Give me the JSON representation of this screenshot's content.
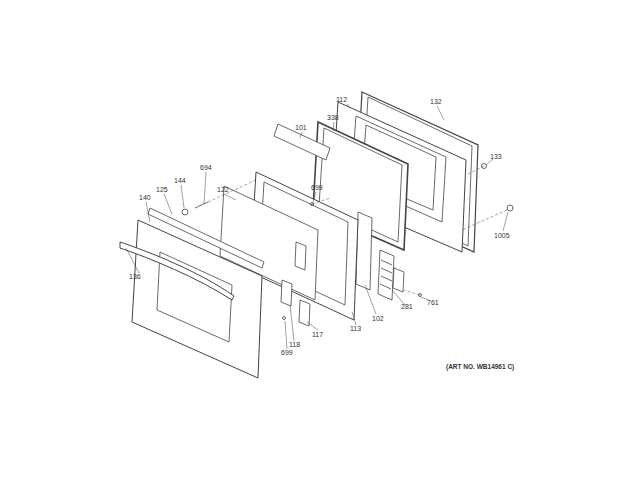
{
  "diagram": {
    "labels": [
      "112",
      "132",
      "101",
      "338",
      "133",
      "694",
      "144",
      "122",
      "699",
      "125",
      "140",
      "1005",
      "136",
      "102",
      "281",
      "761",
      "113",
      "117",
      "118",
      "699",
      "(ART NO. WB14961 C)"
    ]
  }
}
